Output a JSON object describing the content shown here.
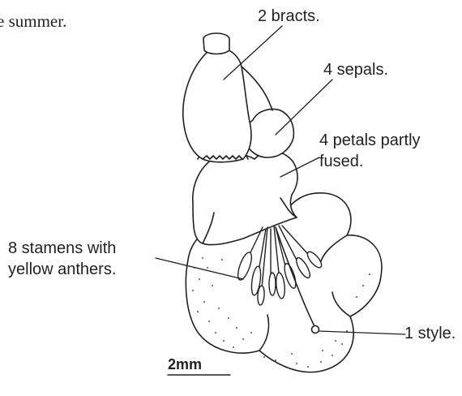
{
  "caption_fragment": "e summer.",
  "labels": {
    "bracts": "2 bracts.",
    "sepals": "4 sepals.",
    "petals_line1": "4 petals partly",
    "petals_line2": "fused.",
    "stamens_line1": "8 stamens with",
    "stamens_line2": "yellow anthers.",
    "style": "1 style."
  },
  "scale_bar": {
    "label": "2mm"
  },
  "colors": {
    "ink": "#231f20",
    "background": "#ffffff"
  }
}
